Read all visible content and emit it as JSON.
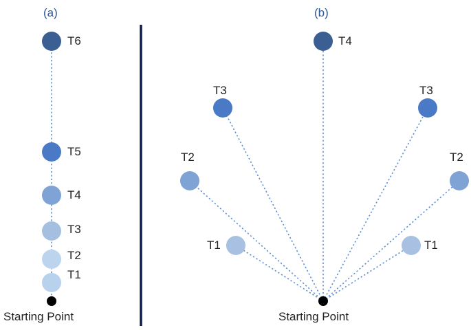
{
  "panel_a": {
    "label": "(a)",
    "start_label": "Starting Point",
    "nodes": [
      {
        "label": "T1",
        "color": "#b8d2ee"
      },
      {
        "label": "T2",
        "color": "#bcd4ee"
      },
      {
        "label": "T3",
        "color": "#a5bfe0"
      },
      {
        "label": "T4",
        "color": "#7ea3d4"
      },
      {
        "label": "T5",
        "color": "#4a7ac6"
      },
      {
        "label": "T6",
        "color": "#3b5f92"
      }
    ]
  },
  "panel_b": {
    "label": "(b)",
    "start_label": "Starting Point",
    "nodes": [
      {
        "label": "T1",
        "color": "#a8c1e2"
      },
      {
        "label": "T2",
        "color": "#7ea3d4"
      },
      {
        "label": "T3",
        "color": "#4a7ac6"
      },
      {
        "label": "T4",
        "color": "#3b5f92"
      },
      {
        "label": "T3",
        "color": "#4a7ac6"
      },
      {
        "label": "T2",
        "color": "#7ea3d4"
      },
      {
        "label": "T1",
        "color": "#a8c1e2"
      }
    ]
  },
  "colors": {
    "divider": "#0f1b4d",
    "edge": "#5b8fd2",
    "start_point": "#000000"
  }
}
